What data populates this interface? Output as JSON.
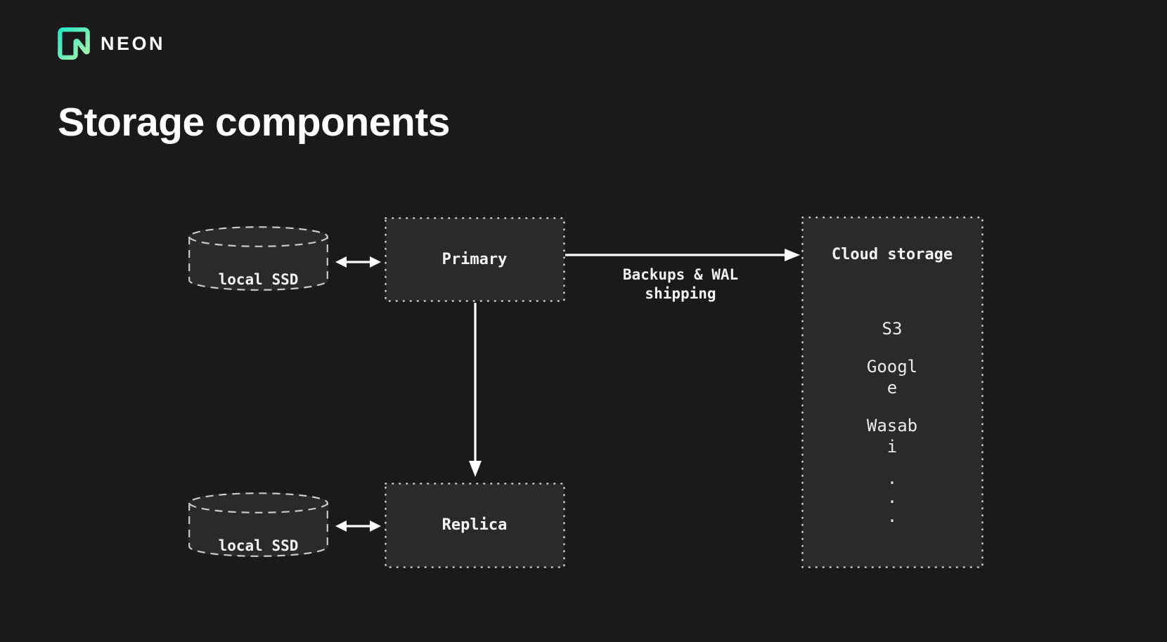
{
  "brand": {
    "logo_icon": "neon-logo-icon",
    "wordmark": "NEON"
  },
  "page_title": "Storage components",
  "diagram": {
    "nodes": {
      "local_ssd_top": {
        "label": "local SSD",
        "shape": "cylinder-dashed"
      },
      "local_ssd_bottom": {
        "label": "local SSD",
        "shape": "cylinder-dashed"
      },
      "primary": {
        "label": "Primary",
        "shape": "rect-dotted"
      },
      "replica": {
        "label": "Replica",
        "shape": "rect-dotted"
      },
      "cloud_storage": {
        "title": "Cloud storage",
        "shape": "rect-dotted",
        "providers": [
          "S3",
          "Google",
          "Wasabi"
        ],
        "ellipsis_dots": [
          ".",
          ".",
          "."
        ]
      }
    },
    "edges": {
      "ssd_primary": "bidirectional-arrow",
      "ssd_replica": "bidirectional-arrow",
      "primary_replica": "down-arrow",
      "primary_cloud": "right-arrow",
      "primary_cloud_label": "Backups & WAL shipping"
    }
  },
  "colors": {
    "background": "#1a1a1c",
    "node_fill": "#2a2a2c",
    "node_border": "#cfcfcf",
    "arrow": "#ffffff",
    "text": "#f2f2f2",
    "logo_gradient_start": "#20e5c8",
    "logo_gradient_end": "#b6f2a8"
  }
}
